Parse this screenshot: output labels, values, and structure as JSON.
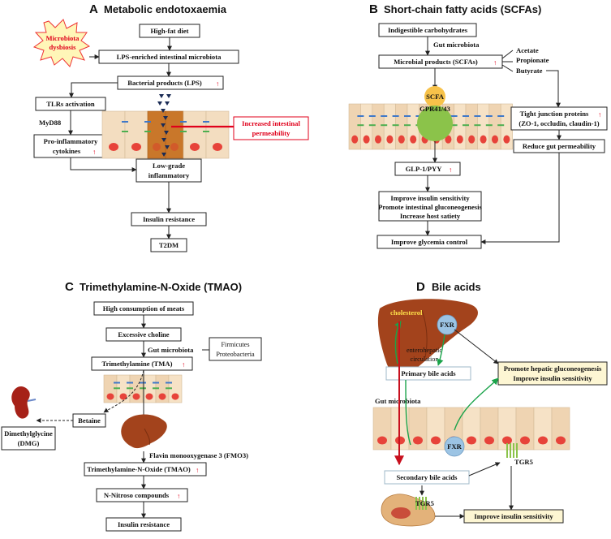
{
  "panelA": {
    "letter": "A",
    "title": "Metabolic endotoxaemia",
    "dysbiosis": [
      "Microbiota",
      "dysbiosis"
    ],
    "high_fat": "High-fat diet",
    "lps_micro": "LPS-enriched intestinal microbiota",
    "bact_products": "Bacterial products (LPS)",
    "tlrs": "TLRs activation",
    "myd88": "MyD88",
    "pro_infl": [
      "Pro-inflammatory",
      "cytokines"
    ],
    "low_grade": [
      "Low-grade",
      "inflammatory"
    ],
    "increased_perm": [
      "Increased intestinal",
      "permeability"
    ],
    "insulin_res": "Insulin resistance",
    "t2dm": "T2DM"
  },
  "panelB": {
    "letter": "B",
    "title": "Short-chain fatty acids (SCFAs)",
    "indigestible": "Indigestible carbohydrates",
    "gut_microbiota": "Gut microbiota",
    "microbial_products": "Microbial products (SCFAs)",
    "acetate": "Acetate",
    "propionate": "Propionate",
    "butyrate": "Butyrate",
    "scfa": "SCFA",
    "gpr": "GPR41/43",
    "tight_junction": [
      "Tight junction proteins",
      "(ZO-1, occludin, claudin-1)"
    ],
    "reduce_perm": "Reduce gut permeability",
    "glp": "GLP-1/PYY",
    "improve": [
      "Improve insulin sensitivity",
      "Promote intestinal gluconeogenesis",
      "Increase host satiety"
    ],
    "glycemia": "Improve glycemia control"
  },
  "panelC": {
    "letter": "C",
    "title": "Trimethylamine-N-Oxide (TMAO)",
    "meats": "High consumption of meats",
    "choline": "Excessive choline",
    "gut_microbiota": "Gut microbiota",
    "firmicutes": [
      "Firmicutes",
      "Proteobacteria"
    ],
    "tma": "Trimethylamine (TMA)",
    "betaine": "Betaine",
    "dmg": [
      "Dimethylglycine",
      "(DMG)"
    ],
    "fmo3": "Flavin monooxygenase 3 (FMO3)",
    "tmao": "Trimethylamine-N-Oxide (TMAO)",
    "nitroso": "N-Nitroso compounds",
    "insulin_res": "Insulin resistance"
  },
  "panelD": {
    "letter": "D",
    "title": "Bile acids",
    "cholesterol": "cholesterol",
    "fxr": "FXR",
    "enterohepatic": [
      "enterohepatic",
      "circulation"
    ],
    "primary": "Primary bile acids",
    "promote": [
      "Promote hepatic gluconeogenesis",
      "Improve insulin sensitivity"
    ],
    "gut_microbiota": "Gut microbiota",
    "fxr2": "FXR",
    "tgr5": "TGR5",
    "secondary": "Secondary bile acids",
    "tgr5b": "TGR5",
    "improve": "Improve insulin sensitivity"
  },
  "colors": {
    "accent_red": "#e0001b",
    "cell": "#f3ddc0",
    "nucleus": "#e7433a",
    "liver": "#a3431c",
    "fxr": "#9cc4e4",
    "gpr": "#8bc34a"
  }
}
